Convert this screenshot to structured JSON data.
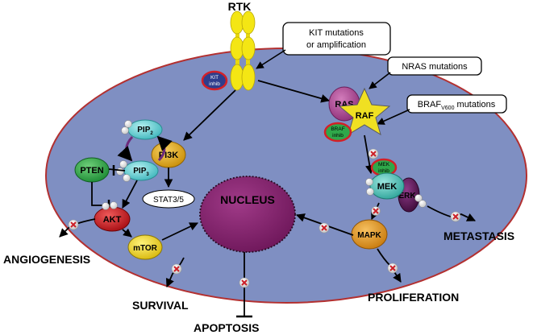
{
  "labels": {
    "rtk": "RTK",
    "kit_mut_1": "KIT mutations",
    "kit_mut_2": "or amplification",
    "nras_mut": "NRAS mutations",
    "braf_mut_main": "BRAF",
    "braf_mut_sub": "V600",
    "braf_mut_tail": " mutations",
    "kit_inhib_1": "KIT",
    "kit_inhib_2": "inhib",
    "braf_inhib_1": "BRAF",
    "braf_inhib_2": "inhib",
    "mek_inhib_1": "MEK",
    "mek_inhib_2": "inhib",
    "ras": "RAS",
    "raf": "RAF",
    "mek": "MEK",
    "erk": "ERK",
    "mapk": "MAPK",
    "pip2_main": "PIP",
    "pip2_sub": "2",
    "pip3_main": "PIP",
    "pip3_sub": "3",
    "pten": "PTEN",
    "pi3k": "PI3K",
    "akt": "AKT",
    "mtor": "mTOR",
    "stat": "STAT3/5",
    "nucleus": "NUCLEUS",
    "angiogenesis": "ANGIOGENESIS",
    "survival": "SURVIVAL",
    "apoptosis": "APOPTOSIS",
    "proliferation": "PROLIFERATION",
    "metastasis": "METASTASIS"
  },
  "colors": {
    "cell_fill": "#7f8fc2",
    "cell_stroke": "#b33030",
    "nucleus_fill": "#8b2472",
    "receptor": "#f4e614",
    "ras": "#b04a96",
    "raf": "#f0e022",
    "mek": "#4fc3b7",
    "erk": "#5b1b57",
    "mapk": "#e69b1c",
    "pip": "#76d6da",
    "pten": "#2fa84a",
    "pi3k": "#e8b014",
    "akt": "#d5141b",
    "mtor": "#f2d418",
    "inhib_red": "#d32027",
    "inhib_blue": "#2e3d8c"
  }
}
